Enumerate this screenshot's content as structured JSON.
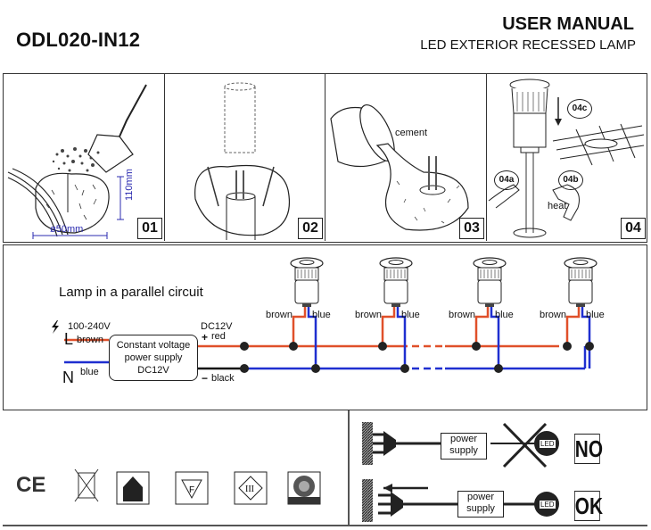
{
  "header": {
    "model": "ODL020-IN12",
    "title": "USER MANUAL",
    "subtitle": "LED EXTERIOR RECESSED LAMP"
  },
  "steps": [
    {
      "number": "01",
      "dimension_height": "110mm",
      "dimension_diameter": "ø50mm",
      "illustration": "dig-hole-shovel"
    },
    {
      "number": "02",
      "illustration": "insert-sleeve-stakes"
    },
    {
      "number": "03",
      "label": "cement",
      "illustration": "pour-cement-bucket"
    },
    {
      "number": "04",
      "callouts": [
        "04a",
        "04b",
        "04c"
      ],
      "label": "heat",
      "illustration": "connect-and-insert-lamp"
    }
  ],
  "circuit": {
    "title": "Lamp in a parallel circuit",
    "input_voltage": "100-240V",
    "line_label": "L",
    "line_wire": "brown",
    "neutral_label": "N",
    "neutral_wire": "blue",
    "psu_lines": [
      "Constant voltage",
      "power supply",
      "DC12V"
    ],
    "output_voltage": "DC12V",
    "plus_wire": "red",
    "minus_wire": "black",
    "lamps": [
      {
        "left_wire": "brown",
        "right_wire": "blue"
      },
      {
        "left_wire": "brown",
        "right_wire": "blue"
      },
      {
        "left_wire": "brown",
        "right_wire": "blue"
      },
      {
        "left_wire": "brown",
        "right_wire": "blue"
      }
    ],
    "colors": {
      "brown_red": "#e0502a",
      "blue": "#1f2fd0",
      "black": "#111111"
    }
  },
  "certifications": [
    "ce-mark",
    "weee-crossed-bin",
    "indoor-outdoor-house",
    "f-mark",
    "class-iii",
    "drive-over-tyre"
  ],
  "warnings": [
    {
      "box_line1": "power",
      "box_line2": "supply",
      "led": "LED",
      "verdict": "NO"
    },
    {
      "box_line1": "power",
      "box_line2": "supply",
      "led": "LED",
      "verdict": "OK"
    }
  ]
}
